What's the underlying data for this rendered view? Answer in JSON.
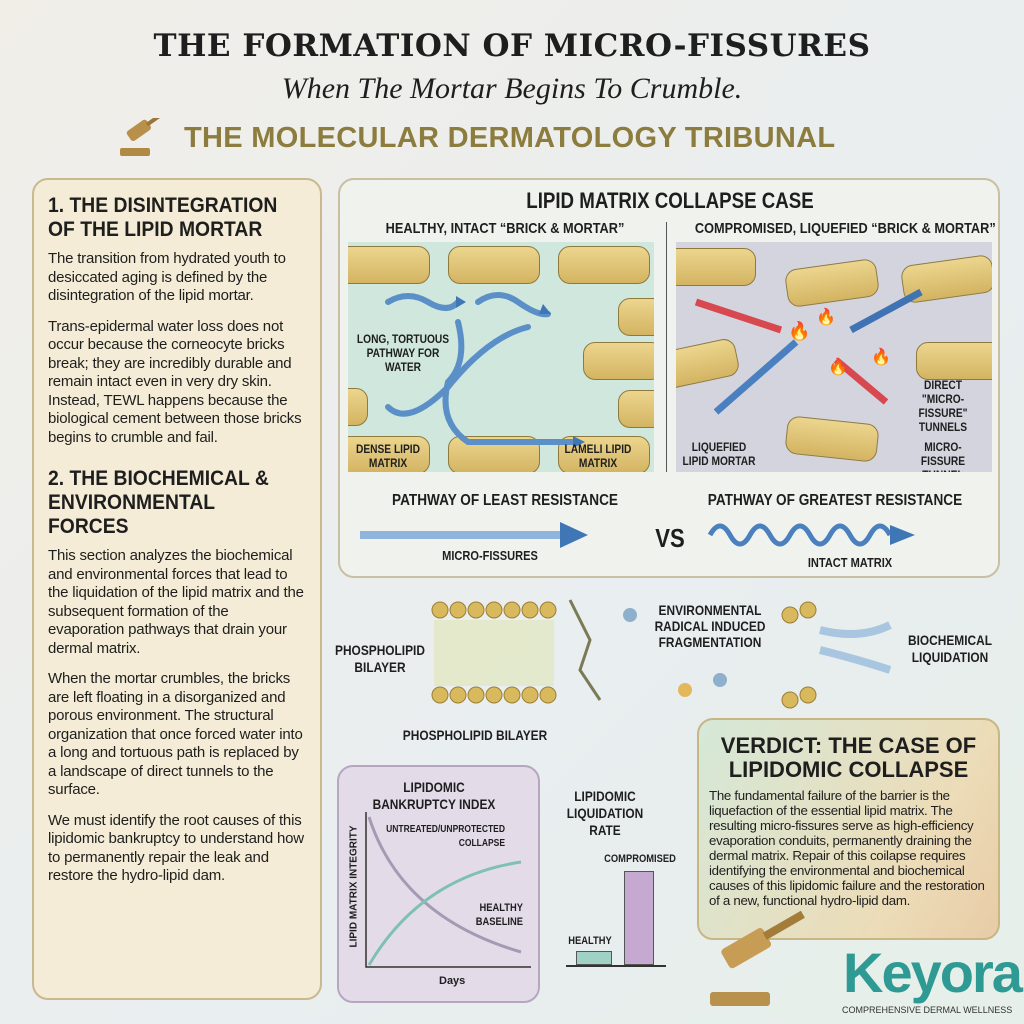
{
  "header": {
    "title": "THE FORMATION OF MICRO-FISSURES",
    "subtitle": "When The Mortar Begins To Crumble.",
    "tribunal": "THE MOLECULAR DERMATOLOGY TRIBUNAL"
  },
  "left": {
    "h1": "1. THE DISINTEGRATION OF THE LIPID MORTAR",
    "p1": "The transition from hydrated youth to desiccated aging is defined by the disintegration of the lipid mortar.",
    "p2": "Trans-epidermal water loss does not occur because the corneocyte bricks break; they are incredibly durable and remain intact even in very dry skin. Instead, TEWL happens because the biological cement between those bricks begins to crumble and fail.",
    "h2": "2. THE BIOCHEMICAL & ENVIRONMENTAL FORCES",
    "p3": "This section analyzes the biochemical and environmental forces that lead to the liquidation of the lipid matrix and the subsequent formation of the evaporation pathways that drain your dermal matrix.",
    "p4": "When the mortar crumbles, the bricks are left floating in a disorganized and porous environment. The structural organization that once forced water into a long and tortuous path is replaced by a landscape of direct tunnels to the surface.",
    "p5": "We must identify the root causes of this lipidomic bankruptcy to understand how to permanently repair the leak and restore the hydro-lipid dam."
  },
  "case": {
    "title": "LIPID MATRIX COLLAPSE CASE",
    "healthy_title": "HEALTHY, INTACT “BRICK & MORTAR”",
    "comp_title": "COMPROMISED, LIQUEFIED “BRICK & MORTAR”",
    "labels": {
      "tortuous": "LONG, TORTUOUS PATHWAY FOR WATER",
      "dense": "DENSE LIPID MATRIX",
      "lameli": "LAMELI LIPID MATRIX",
      "direct": "DIRECT \"MICRO-FISSURE\" TUNNELS",
      "liquefied": "LIQUEFIED LIPID MORTAR",
      "tunnel": "MICRO-FISSURE TUNNEL"
    },
    "least": "PATHWAY OF LEAST RESISTANCE",
    "greatest": "PATHWAY OF GREATEST RESISTANCE",
    "vs": "VS",
    "micro": "MICRO-FISSURES",
    "intact": "INTACT MATRIX"
  },
  "molecules": {
    "bilayer_left": "PHOSPHOLIPID BILAYER",
    "bilayer_bottom": "PHOSPHOLIPID BILAYER",
    "env": "ENVIRONMENTAL RADICAL INDUCED FRAGMENTATION",
    "bio": "BIOCHEMICAL LIQUIDATION"
  },
  "chart": {
    "title": "LIPIDOMIC BANKRUPTCY INDEX",
    "ylabel": "LIPID MATRIX INTEGRITY",
    "xlabel": "Days",
    "series": [
      {
        "name": "UNTREATED/UNPROTECTED COLLAPSE"
      },
      {
        "name": "HEALTHY BASELINE"
      }
    ],
    "bar_title": "LIPIDOMIC LIQUIDATION RATE",
    "bars": [
      {
        "label": "HEALTHY",
        "value": 15
      },
      {
        "label": "COMPROMISED",
        "value": 100
      }
    ]
  },
  "verdict": {
    "title": "VERDICT: THE CASE OF LIPIDOMIC COLLAPSE",
    "text": "The fundamental failure of the barrier is the liquefaction of the essential lipid matrix. The resulting micro-fissures serve as high-efficiency evaporation conduits, permanently draining the dermal matrix. Repair of this coilapse requires identifying the environmental and biochemical causes of this lipidomic failure and the restoration of a new, functional hydro-lipid dam."
  },
  "brand": {
    "name": "Keyora",
    "tagline": "COMPREHENSIVE DERMAL WELLNESS",
    "color": "#2f9a93"
  }
}
